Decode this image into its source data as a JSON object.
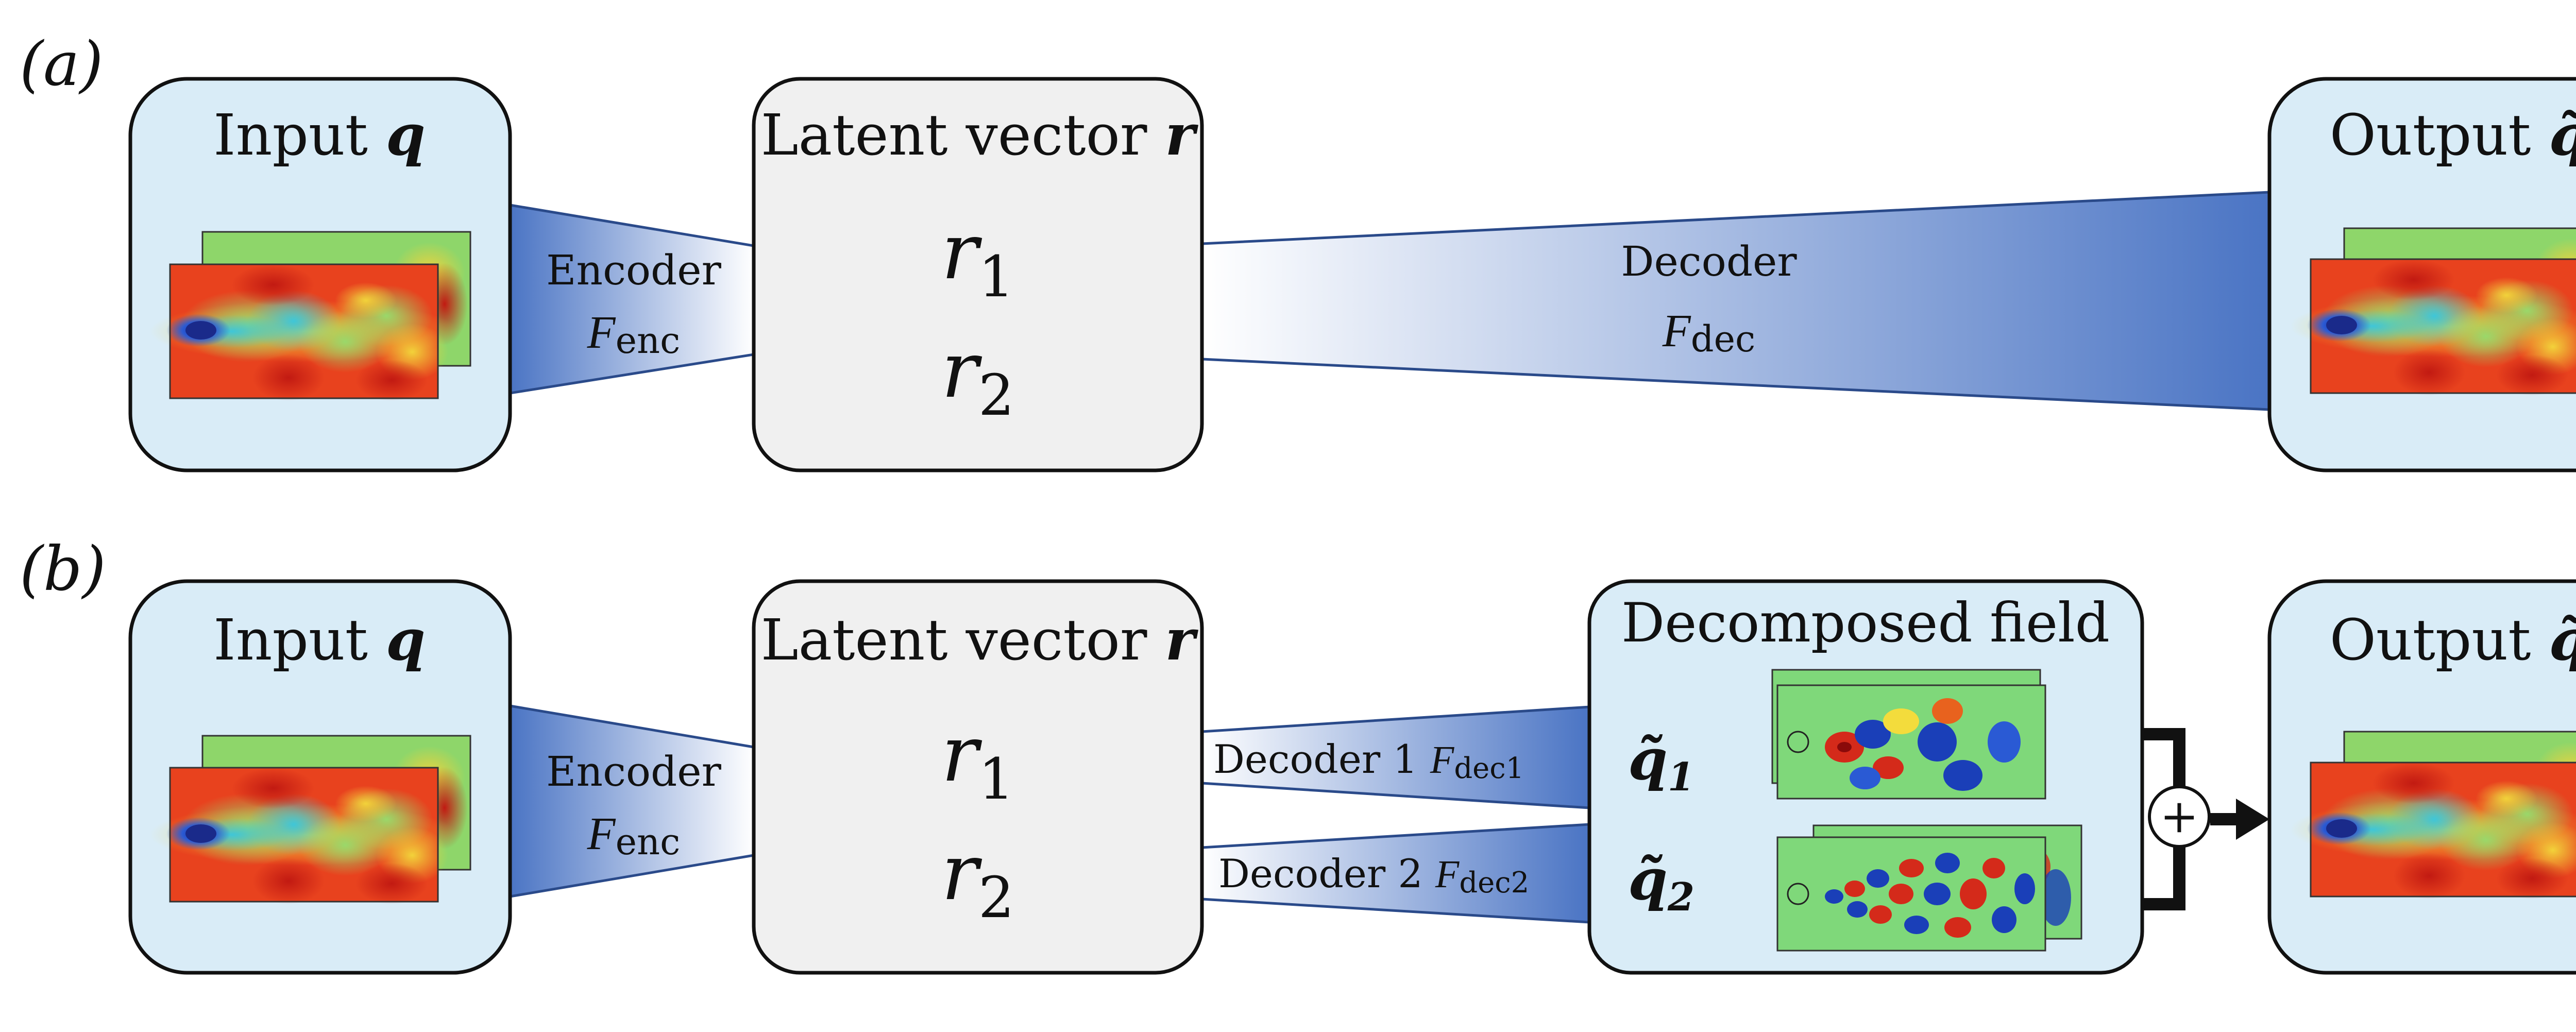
{
  "panel_a": {
    "label": "(a)",
    "input_title": "Input",
    "input_symbol": "q",
    "encoder_label": "Encoder",
    "encoder_symbol": "F",
    "encoder_sub": "enc",
    "latent_title": "Latent vector",
    "latent_symbol": "r",
    "r1_sym": "r",
    "r1_sub": "1",
    "r2_sym": "r",
    "r2_sub": "2",
    "decoder_label": "Decoder",
    "decoder_symbol": "F",
    "decoder_sub": "dec",
    "output_title": "Output",
    "output_symbol": "q̃"
  },
  "panel_b": {
    "label": "(b)",
    "input_title": "Input",
    "input_symbol": "q",
    "encoder_label": "Encoder",
    "encoder_symbol": "F",
    "encoder_sub": "enc",
    "latent_title": "Latent vector",
    "latent_symbol": "r",
    "r1_sym": "r",
    "r1_sub": "1",
    "r2_sym": "r",
    "r2_sub": "2",
    "decoder1_label": "Decoder 1",
    "decoder1_symbol": "F",
    "decoder1_sub": "dec1",
    "decoder2_label": "Decoder 2",
    "decoder2_symbol": "F",
    "decoder2_sub": "dec2",
    "decomposed_title": "Decomposed field",
    "q1_sym": "q̃",
    "q1_sub": "1",
    "q2_sym": "q̃",
    "q2_sub": "2",
    "sum_symbol": "+",
    "output_title": "Output",
    "output_symbol": "q̃"
  },
  "colors": {
    "box_blue": "#d9ecf7",
    "box_gray": "#f0f0f0",
    "funnel_dark": "#4a74c4",
    "funnel_light": "#ffffff",
    "outline": "#111111",
    "field_red": "#d42a1a",
    "field_yellow": "#f3dc3c",
    "field_green": "#8ed66a",
    "field_cyan": "#4fd6d6",
    "field_blue": "#1a3fb8"
  }
}
